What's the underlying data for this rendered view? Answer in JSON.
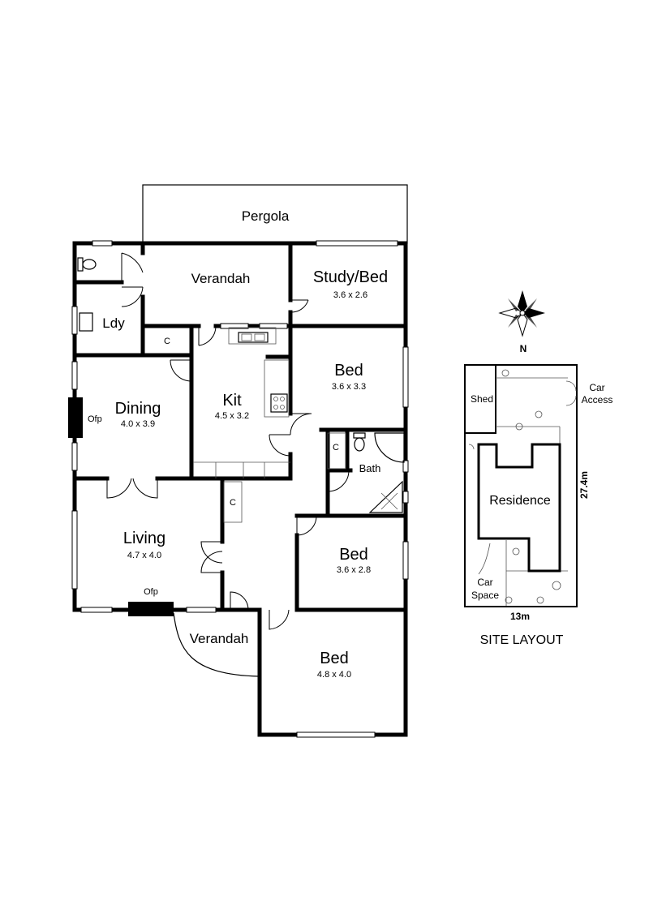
{
  "rooms": {
    "pergola": {
      "name": "Pergola"
    },
    "verandah_top": {
      "name": "Verandah"
    },
    "study": {
      "name": "Study/Bed",
      "size": "3.6 x 2.6"
    },
    "ldy": {
      "name": "Ldy"
    },
    "cupboard": "C",
    "kit": {
      "name": "Kit",
      "size": "4.5 x 3.2"
    },
    "bed1": {
      "name": "Bed",
      "size": "3.6 x 3.3"
    },
    "dining": {
      "name": "Dining",
      "size": "4.0 x 3.9"
    },
    "ofp": "Ofp",
    "bath": {
      "name": "Bath"
    },
    "living": {
      "name": "Living",
      "size": "4.7 x 4.0"
    },
    "bed2": {
      "name": "Bed",
      "size": "3.6 x 2.8"
    },
    "verandah_front": {
      "name": "Verandah"
    },
    "bed3": {
      "name": "Bed",
      "size": "4.8 x 4.0"
    }
  },
  "compass": {
    "north": "N"
  },
  "site": {
    "title": "SITE LAYOUT",
    "shed": "Shed",
    "car_access": [
      "Car",
      "Access"
    ],
    "residence": "Residence",
    "car_space": [
      "Car",
      "Space"
    ],
    "width": "13m",
    "depth": "27.4m"
  }
}
